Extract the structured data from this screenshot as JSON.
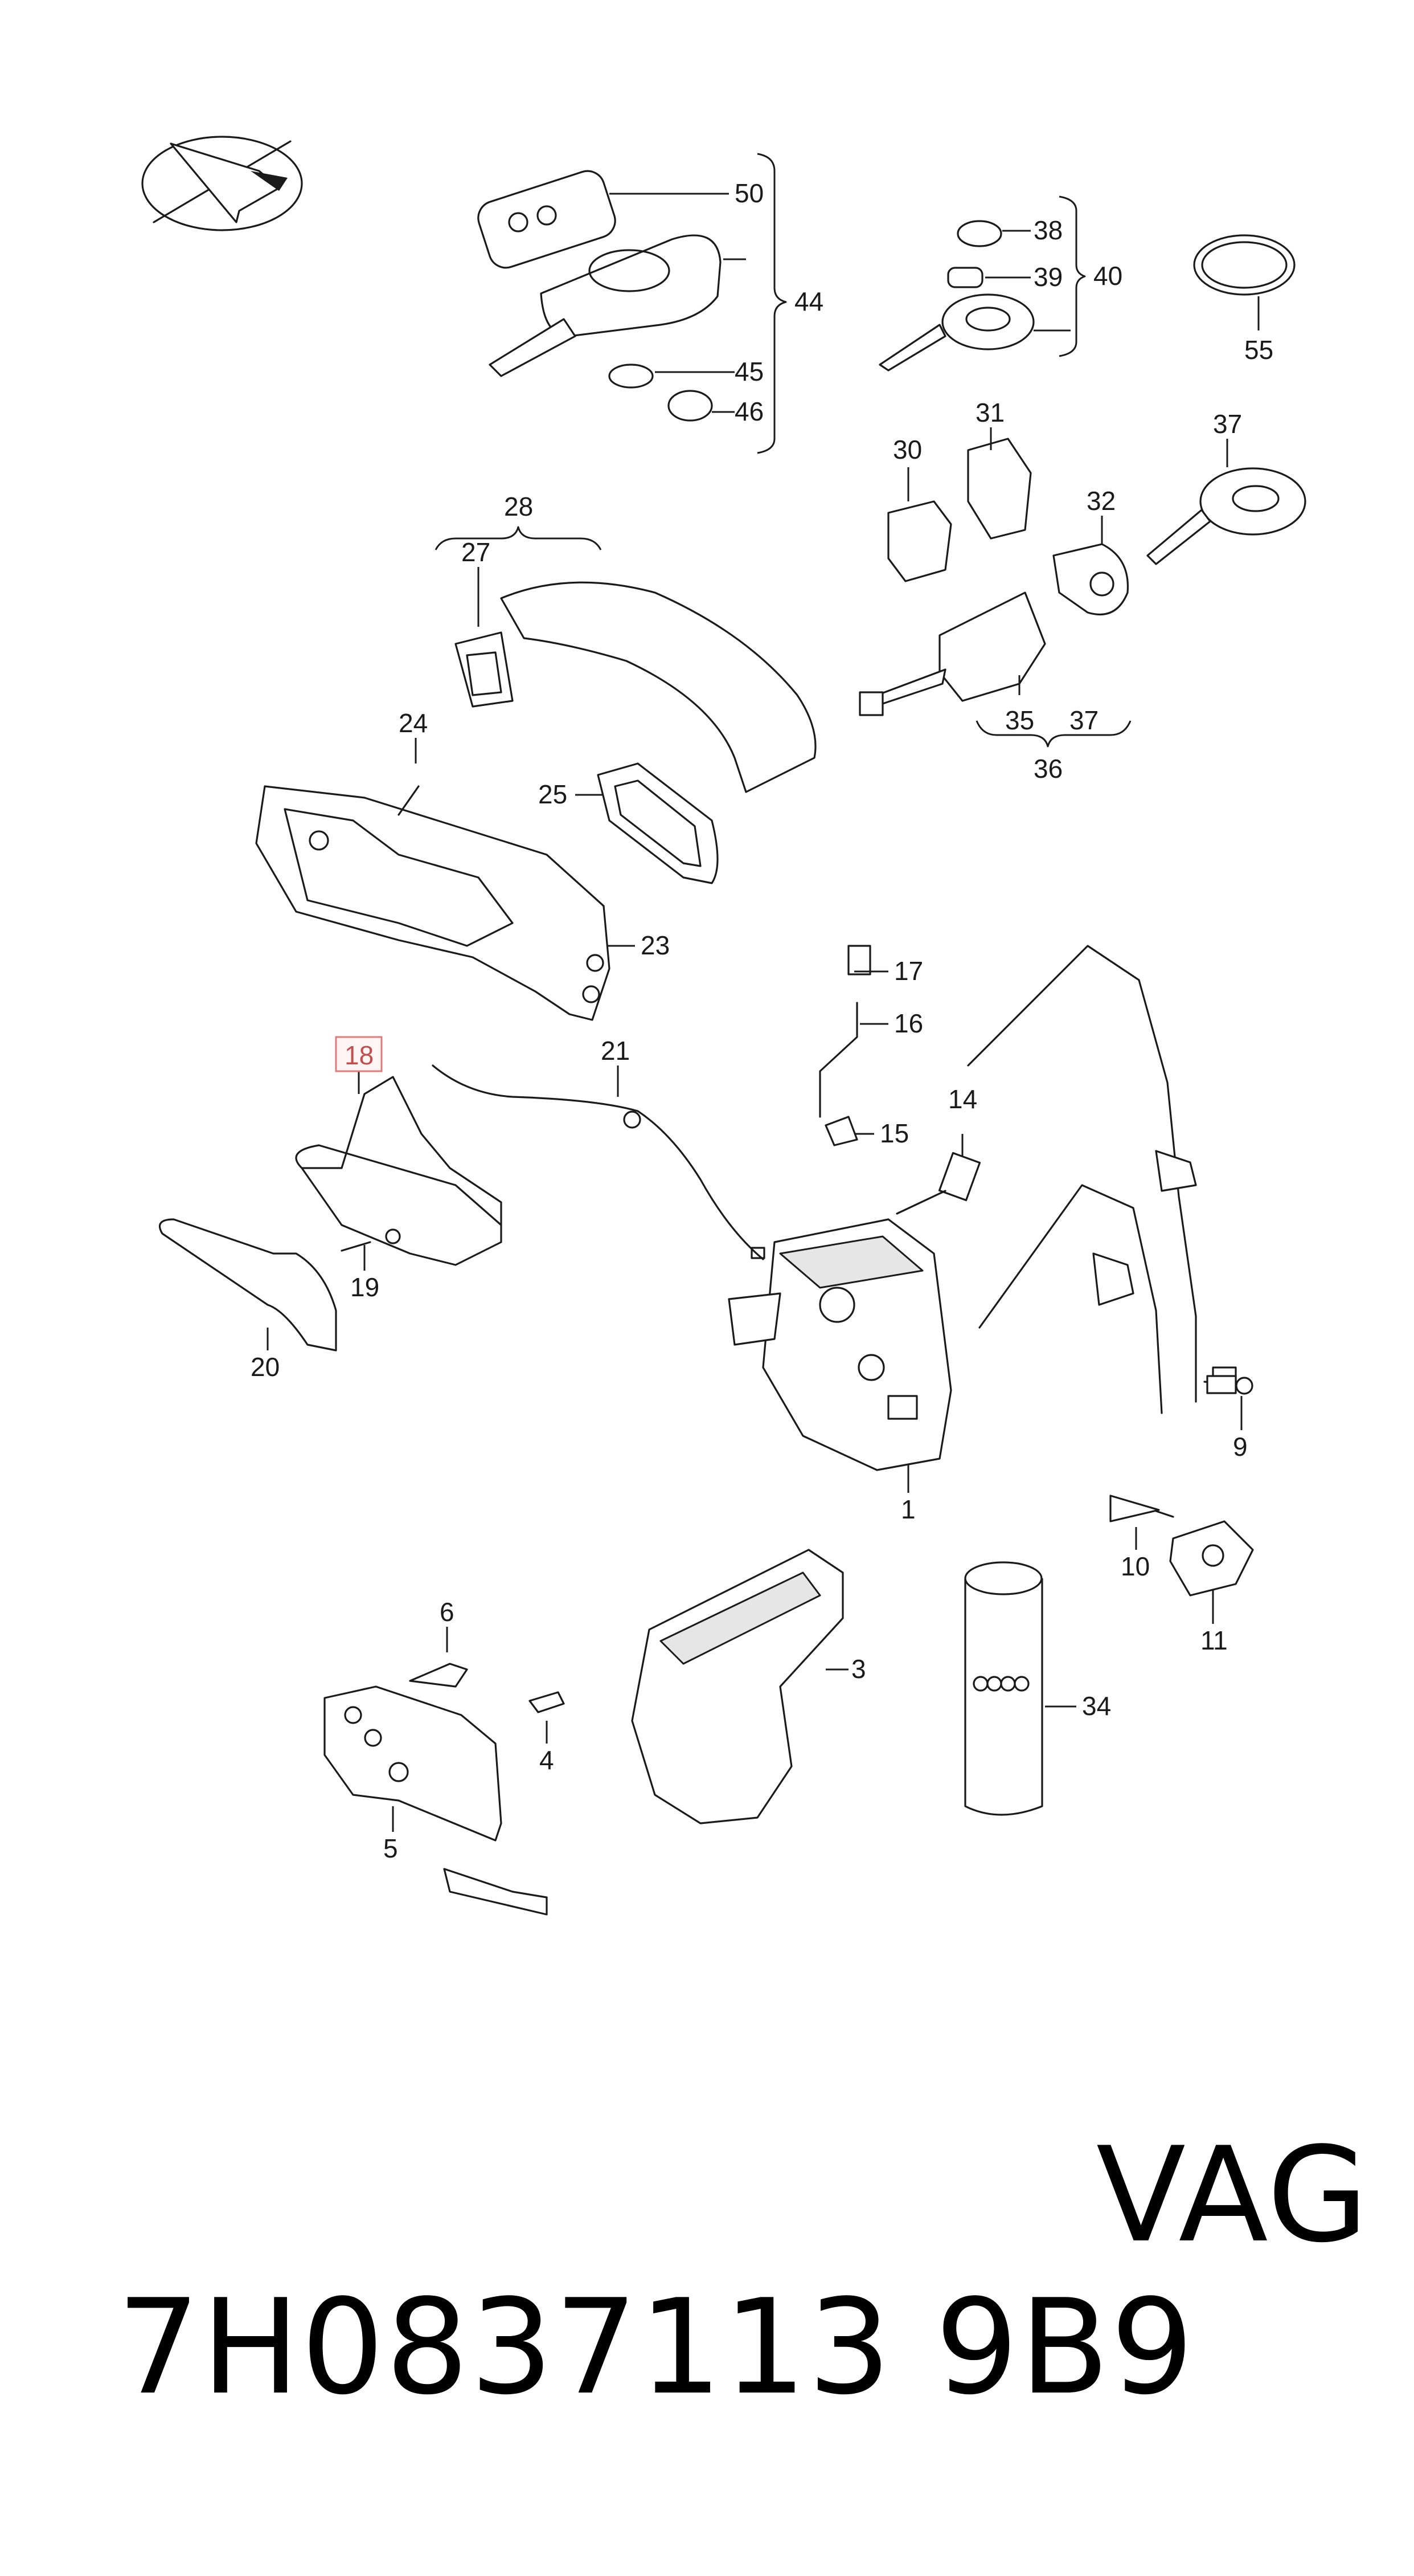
{
  "callouts": {
    "c1": "1",
    "c3": "3",
    "c4": "4",
    "c5": "5",
    "c6": "6",
    "c9": "9",
    "c10": "10",
    "c11": "11",
    "c14": "14",
    "c15": "15",
    "c16": "16",
    "c17": "17",
    "c18": "18",
    "c19": "19",
    "c20": "20",
    "c21": "21",
    "c23": "23",
    "c24": "24",
    "c25": "25",
    "c27": "27",
    "c28": "28",
    "c30": "30",
    "c31": "31",
    "c32": "32",
    "c34": "34",
    "c35": "35",
    "c36": "36",
    "c37a": "37",
    "c37b": "37",
    "c38": "38",
    "c39": "39",
    "c40": "40",
    "c44": "44",
    "c45": "45",
    "c46": "46",
    "c50": "50",
    "c55": "55"
  },
  "highlighted_part": "18",
  "footer": {
    "part_number": "7H0837113 9B9",
    "brand": "VAG"
  },
  "icons": {
    "orientation": "orientation-arrow-icon",
    "brand_logo_on_can": "four-rings-logo-icon"
  }
}
